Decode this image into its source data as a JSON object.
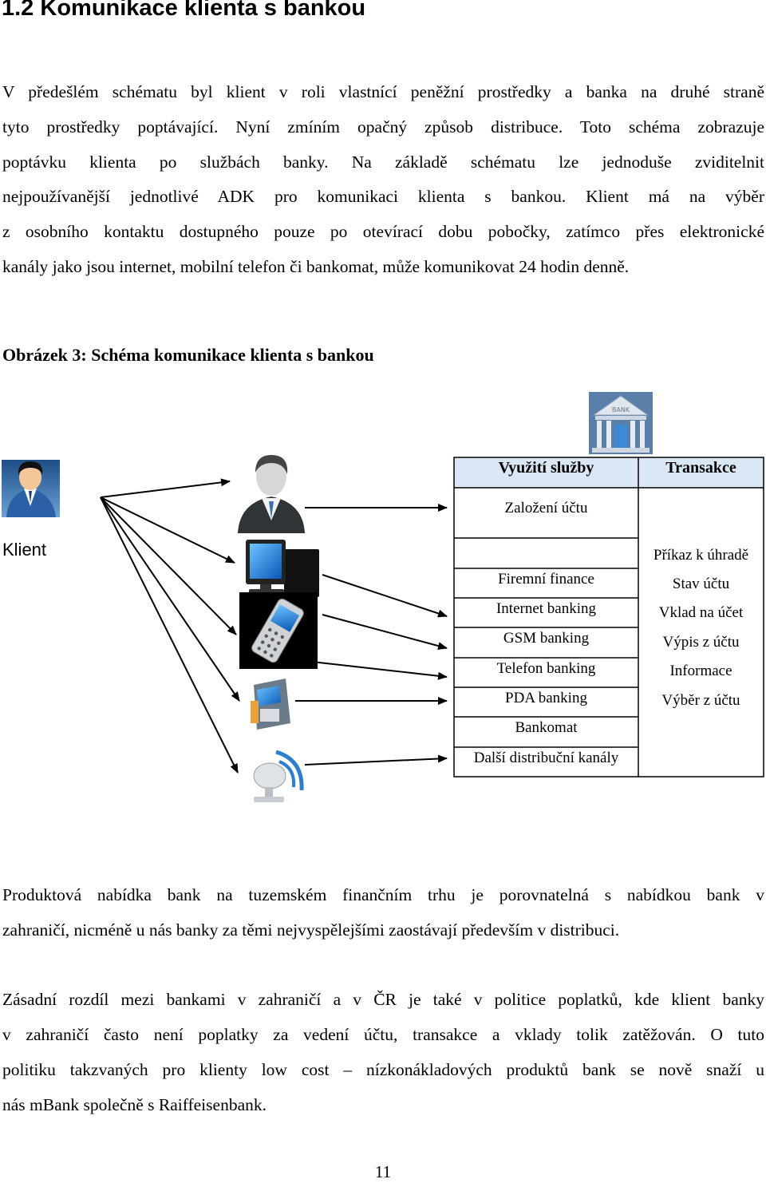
{
  "heading": "1.2 Komunikace klienta s bankou",
  "paragraph1": [
    "V předešlém schématu byl klient v roli vlastnící peněžní prostředky a banka na druhé straně",
    "tyto prostředky poptávající. Nyní zmíním opačný způsob distribuce. Toto schéma zobrazuje",
    "poptávku klienta po službách banky. Na základě schématu lze jednoduše zviditelnit",
    "nejpoužívanější jednotlivé ADK pro komunikaci klienta s bankou. Klient má na výběr",
    "z osobního kontaktu dostupného pouze po otevírací dobu pobočky, zatímco přes elektronické",
    "kanály jako jsou internet, mobilní telefon či bankomat, může komunikovat 24 hodin denně."
  ],
  "figure": {
    "caption": "Obrázek 3: Schéma komunikace klienta s bankou",
    "client_label": "Klient",
    "bank_sign": "BANK",
    "col1_header": "Využití služby",
    "col2_header": "Transakce",
    "col1_top": "Založení účtu",
    "col1_items": [
      "Firemní  finance",
      "Internet banking",
      "GSM banking",
      "Telefon banking",
      "PDA banking",
      "Bankomat",
      "Další distribuční kanály"
    ],
    "col2_items": [
      "Příkaz k úhradě",
      "Stav účtu",
      "Vklad na účet",
      "Výpis z účtu",
      "Informace",
      "Výběr z účtu"
    ],
    "icons": [
      "client-avatar-icon",
      "bank-building-icon",
      "businessman-icon",
      "desktop-computer-icon",
      "mobile-phone-icon",
      "atm-icon",
      "satellite-dish-icon"
    ],
    "colors": {
      "header_fill": "#d9e8f4",
      "arrow": "#000000"
    }
  },
  "paragraph2": [
    "Produktová nabídka bank na tuzemském finančním trhu je porovnatelná s nabídkou bank v",
    "zahraničí, nicméně u nás banky za těmi nejvyspělejšími zaostávají především v distribuci."
  ],
  "paragraph3": [
    "Zásadní rozdíl mezi bankami v zahraničí a v ČR je také v politice poplatků, kde klient banky",
    "v zahraničí často není poplatky za vedení účtu, transakce a vklady tolik zatěžován. O tuto",
    "politiku takzvaných pro klienty low cost – nízkonákladových produktů bank se nově snaží u",
    "nás mBank společně s Raiffeisenbank."
  ],
  "page_number": "11"
}
